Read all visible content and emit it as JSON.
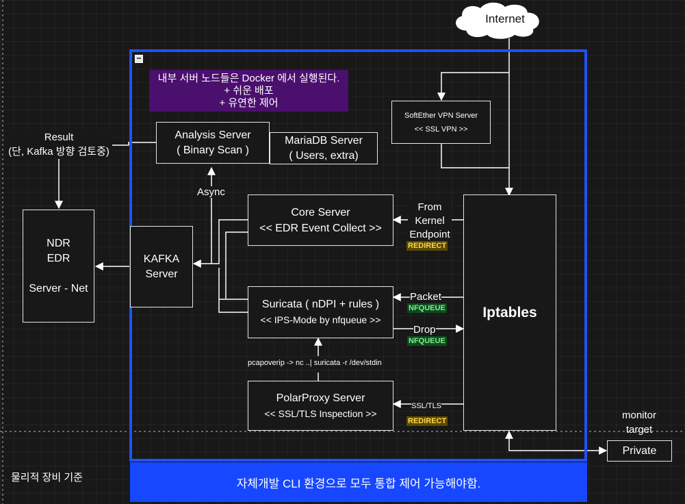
{
  "container": {
    "note_lines": [
      "내부 서버 노드들은 Docker 에서 실행된다.",
      "+ 쉬운 배포",
      "+ 유연한 제어"
    ],
    "collapse_symbol": "−"
  },
  "nodes": {
    "internet": "Internet",
    "vpn": {
      "line1": "SoftEther VPN Server",
      "line2": "<< SSL VPN >>"
    },
    "analysis": {
      "line1": "Analysis Server",
      "line2": "( Binary Scan )"
    },
    "mariadb": {
      "line1": "MariaDB Server",
      "line2": "( Users, extra)"
    },
    "core": {
      "line1": "Core Server",
      "line2": "<< EDR Event Collect >>"
    },
    "suricata": {
      "line1": "Suricata ( nDPI + rules )",
      "line2": "<< IPS-Mode by nfqueue >>"
    },
    "polarproxy": {
      "line1": "PolarProxy Server",
      "line2": "<< SSL/TLS Inspection >>"
    },
    "iptables": "Iptables",
    "kafka": {
      "line1": "KAFKA",
      "line2": "Server"
    },
    "ndr": {
      "line1": "NDR",
      "line2": "EDR",
      "line3": "Server - Net"
    },
    "private": "Private"
  },
  "labels": {
    "result": {
      "line1": "Result",
      "line2": "(단, Kafka 방향 검토중)"
    },
    "async": "Async",
    "from_kernel": {
      "line1": "From",
      "line2": "Kernel",
      "line3": "Endpoint"
    },
    "packet": "Packet",
    "drop": "Drop",
    "ssl_tls": "SSL/TLS",
    "pcap_cmd": "pcapoverip -> nc ..| suricata -r /dev/stdin",
    "monitor": {
      "line1": "monitor",
      "line2": "target"
    },
    "physical": "물리적 장비 기준"
  },
  "badges": {
    "redirect_core": "REDIRECT",
    "nfqueue_packet": "NFQUEUE",
    "nfqueue_drop": "NFQUEUE",
    "redirect_polar": "REDIRECT"
  },
  "footer": "자체개발 CLI 환경으로 모두 통합 제어 가능해야함.",
  "colors": {
    "container_border": "#1f51ff",
    "footer_bg": "#1747ff",
    "note_bg": "#4b0f6e",
    "redirect_badge": "#ffd84d",
    "nfqueue_badge": "#7bf08f"
  }
}
